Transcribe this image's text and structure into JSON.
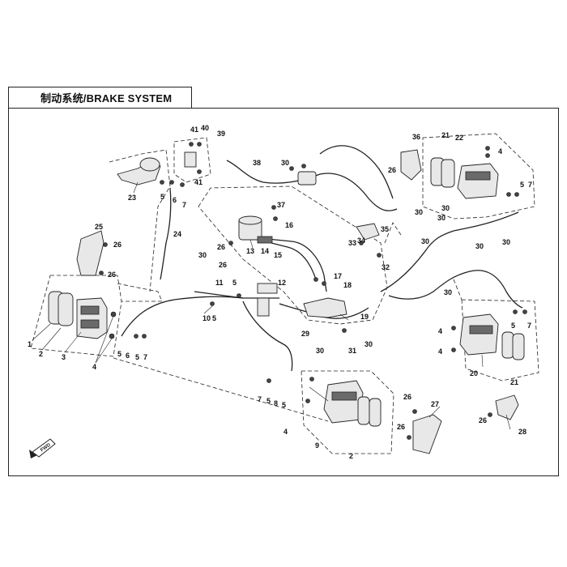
{
  "title": "制动系统/BRAKE SYSTEM",
  "fwd_label": "FWD",
  "callouts": {
    "c1": "1",
    "c2a": "2",
    "c3": "3",
    "c4a": "4",
    "c5a": "5",
    "c6a": "6",
    "c5b": "5",
    "c7a": "7",
    "c23": "23",
    "c5c": "5",
    "c6b": "6",
    "c7b": "7",
    "c41a": "41",
    "c40": "40",
    "c39": "39",
    "c41b": "41",
    "c24": "24",
    "c25": "25",
    "c26a": "26",
    "c26b": "26",
    "c38": "38",
    "c30a": "30",
    "c30b": "30",
    "c37": "37",
    "c13": "13",
    "c14": "14",
    "c15": "15",
    "c16": "16",
    "c26c": "26",
    "c26d": "26",
    "c35": "35",
    "c33": "33",
    "c34": "34",
    "c32": "32",
    "c30c": "30",
    "c11": "11",
    "c5d": "5",
    "c12": "12",
    "c10": "10",
    "c5e": "5",
    "c17": "17",
    "c18": "18",
    "c19": "19",
    "c29": "29",
    "c31": "31",
    "c30d": "30",
    "c30e": "30",
    "c36": "36",
    "c26e": "26",
    "c21a": "21",
    "c22": "22",
    "c4b": "4",
    "c5f": "5",
    "c7c": "7",
    "c30f": "30",
    "c30g": "30",
    "c30h": "30",
    "c30i": "30",
    "c30j": "30",
    "c30k": "30",
    "c4c": "4",
    "c4d": "4",
    "c5g": "5",
    "c7d": "7",
    "c20": "20",
    "c21b": "21",
    "c7e": "7",
    "c5h": "5",
    "c8": "8",
    "c5i": "5",
    "c4e": "4",
    "c9": "9",
    "c2b": "2",
    "c26f": "26",
    "c27": "27",
    "c26g": "26",
    "c26h": "26",
    "c28": "28"
  }
}
